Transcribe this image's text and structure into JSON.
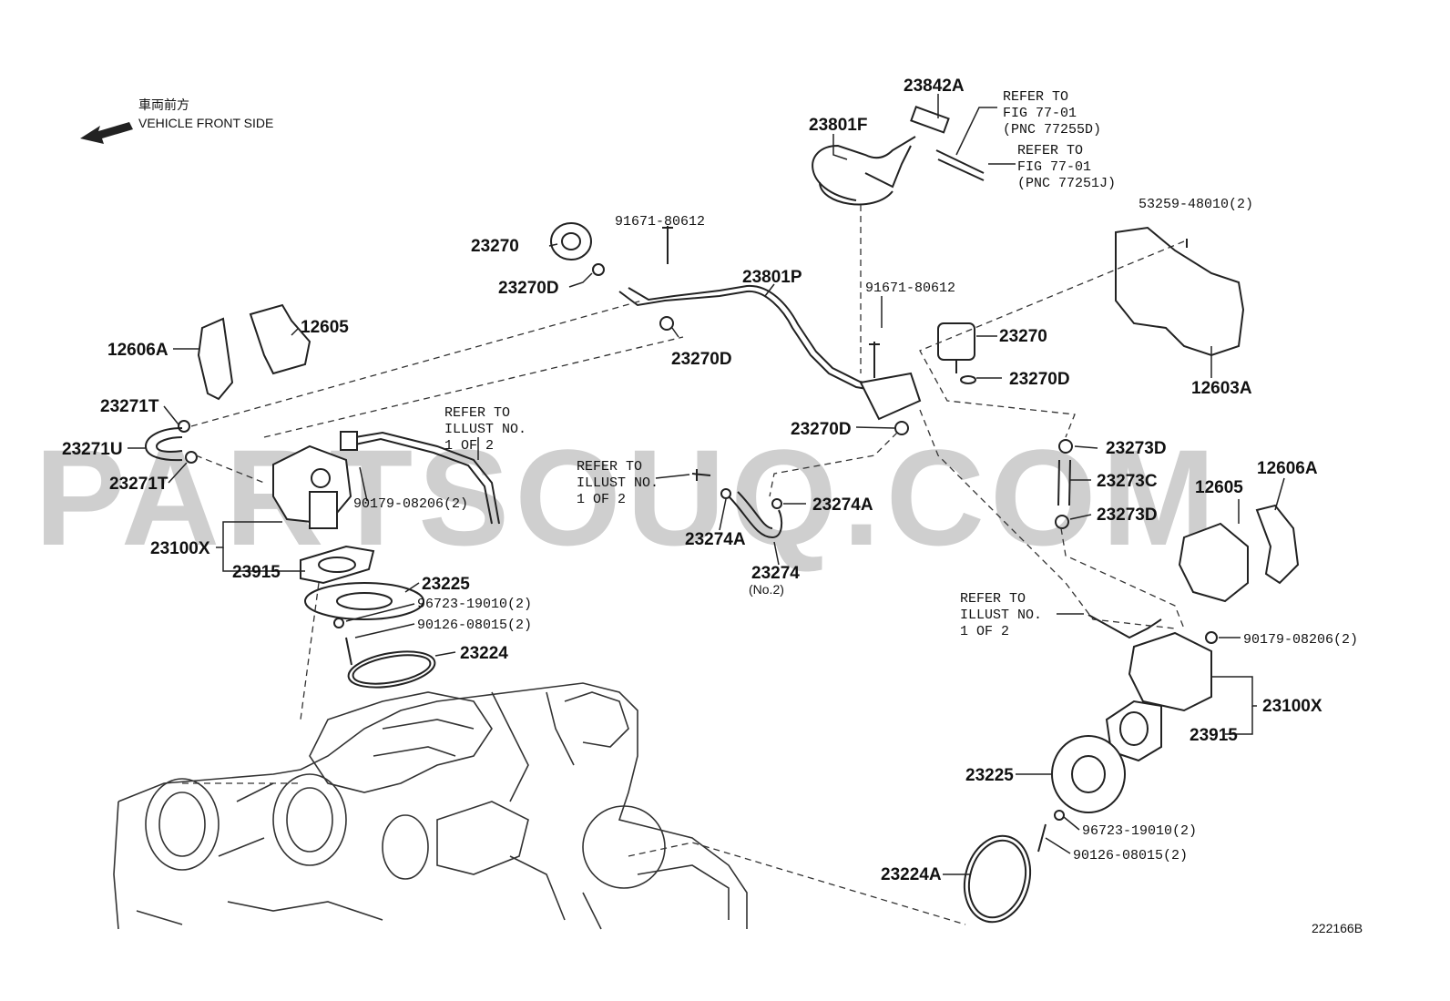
{
  "watermark": "PARTSOUQ.COM",
  "front_side": {
    "jp": "車両前方",
    "en": "VEHICLE FRONT SIDE"
  },
  "diagram_id": "222166B",
  "labels": {
    "p23842A": "23842A",
    "p23801F": "23801F",
    "refer1_1": "REFER TO",
    "refer1_2": "FIG 77-01",
    "refer1_3": "(PNC 77255D)",
    "refer2_1": "REFER TO",
    "refer2_2": "FIG 77-01",
    "refer2_3": "(PNC 77251J)",
    "p53259": "53259-48010(2)",
    "p23270_top": "23270",
    "p91671_top": "91671-80612",
    "p23270D_a": "23270D",
    "p23801P": "23801P",
    "p91671_mid": "91671-80612",
    "p12605_left": "12605",
    "p12606A_left": "12606A",
    "p23270D_b": "23270D",
    "p23270_right": "23270",
    "p23270D_c": "23270D",
    "p12603A": "12603A",
    "p23271T_a": "23271T",
    "p23271U": "23271U",
    "p23271T_b": "23271T",
    "refer3_1": "REFER TO",
    "refer3_2": "ILLUST NO.",
    "refer3_3": "1 OF 2",
    "p23270D_d": "23270D",
    "p23273D_a": "23273D",
    "p23273C": "23273C",
    "p23273D_b": "23273D",
    "p12605_right": "12605",
    "p12606A_right": "12606A",
    "refer4_1": "REFER TO",
    "refer4_2": "ILLUST NO.",
    "refer4_3": "1 OF 2",
    "p90179_left": "90179-08206(2)",
    "p23274A_a": "23274A",
    "p23274A_b": "23274A",
    "p23100X_left": "23100X",
    "p23915_left": "23915",
    "p23225_left": "23225",
    "p96723_left": "96723-19010(2)",
    "p90126_left": "90126-08015(2)",
    "p23224": "23224",
    "p23274": "23274",
    "p23274_sub": "(No.2)",
    "refer5_1": "REFER TO",
    "refer5_2": "ILLUST NO.",
    "refer5_3": "1 OF 2",
    "p90179_right": "90179-08206(2)",
    "p23100X_right": "23100X",
    "p23915_right": "23915",
    "p23225_right": "23225",
    "p96723_right": "96723-19010(2)",
    "p90126_right": "90126-08015(2)",
    "p23224A": "23224A"
  },
  "colors": {
    "line": "#222222",
    "watermark": "#cfcfcf",
    "background": "#ffffff"
  }
}
